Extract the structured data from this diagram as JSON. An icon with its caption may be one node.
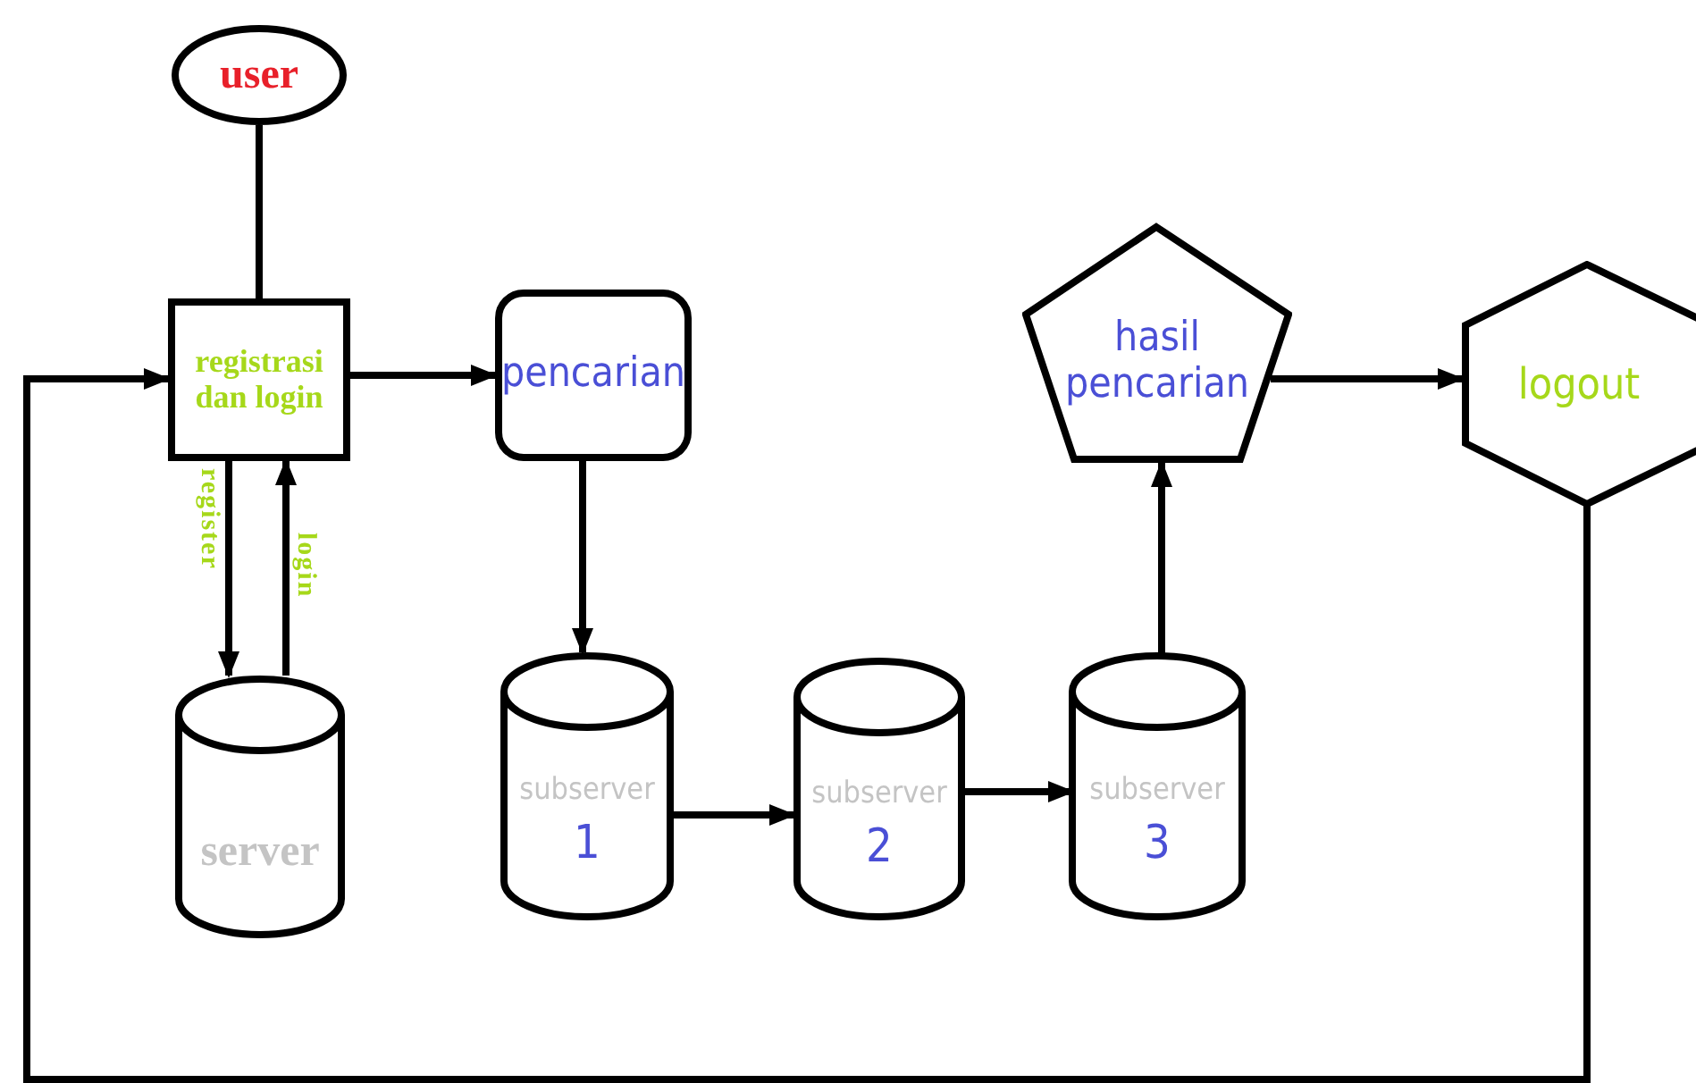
{
  "diagram": {
    "nodes": [
      {
        "text": [
          "user"
        ]
      },
      {
        "text": [
          "registrasi dan login"
        ]
      },
      {
        "text": [
          "pencarian"
        ]
      },
      {
        "text": [
          "server"
        ]
      },
      {
        "text": [
          "subserver",
          "1"
        ]
      },
      {
        "text": [
          "subserver",
          "2"
        ]
      },
      {
        "text": [
          "subserver",
          "3"
        ]
      },
      {
        "text": [
          "hasil pencarian"
        ]
      },
      {
        "text": [
          "logout"
        ]
      }
    ],
    "edges": [
      {
        "from": 0,
        "to": 1,
        "arrow": "none"
      },
      {
        "from": 1,
        "to": 2,
        "arrow": "to"
      },
      {
        "from": 1,
        "to": 3,
        "arrow": "to",
        "label": "register"
      },
      {
        "from": 3,
        "to": 1,
        "arrow": "to",
        "label": "login"
      },
      {
        "from": 2,
        "to": 4,
        "arrow": "to"
      },
      {
        "from": 4,
        "to": 5,
        "arrow": "to"
      },
      {
        "from": 5,
        "to": 6,
        "arrow": "to"
      },
      {
        "from": 6,
        "to": 7,
        "arrow": "to"
      },
      {
        "from": 7,
        "to": 8,
        "arrow": "to"
      },
      {
        "from": 8,
        "to": 1,
        "arrow": "to"
      }
    ]
  }
}
